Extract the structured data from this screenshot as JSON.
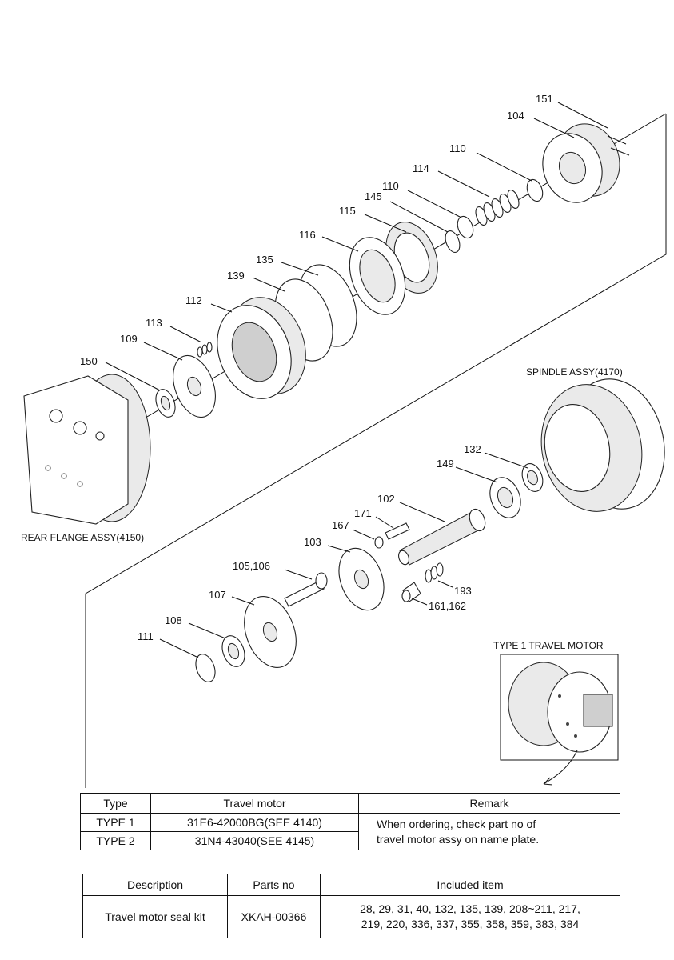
{
  "labels": {
    "p151": "151",
    "p104": "104",
    "p110a": "110",
    "p114": "114",
    "p110b": "110",
    "p145": "145",
    "p115": "115",
    "p116": "116",
    "p135": "135",
    "p139": "139",
    "p112": "112",
    "p113": "113",
    "p109": "109",
    "p150": "150",
    "p132": "132",
    "p149": "149",
    "p102": "102",
    "p171": "171",
    "p167": "167",
    "p103": "103",
    "p105_106": "105,106",
    "p193": "193",
    "p161_162": "161,162",
    "p107": "107",
    "p108": "108",
    "p111": "111"
  },
  "assemblies": {
    "spindle": "SPINDLE ASSY(4170)",
    "rear_flange": "REAR FLANGE ASSY(4150)",
    "type1_title": "TYPE 1 TRAVEL MOTOR"
  },
  "type_table": {
    "headers": [
      "Type",
      "Travel motor",
      "Remark"
    ],
    "rows": [
      {
        "type": "TYPE 1",
        "motor": "31E6-42000BG(SEE 4140)"
      },
      {
        "type": "TYPE 2",
        "motor": "31N4-43040(SEE 4145)"
      }
    ],
    "remark_line1": "When ordering, check part no of",
    "remark_line2": "travel motor assy on name plate."
  },
  "kit_table": {
    "headers": [
      "Description",
      "Parts no",
      "Included item"
    ],
    "description": "Travel motor seal kit",
    "parts_no": "XKAH-00366",
    "items_line1": "28, 29, 31, 40, 132, 135, 139, 208~211, 217,",
    "items_line2": "219, 220, 336, 337, 355, 358, 359, 383, 384"
  }
}
